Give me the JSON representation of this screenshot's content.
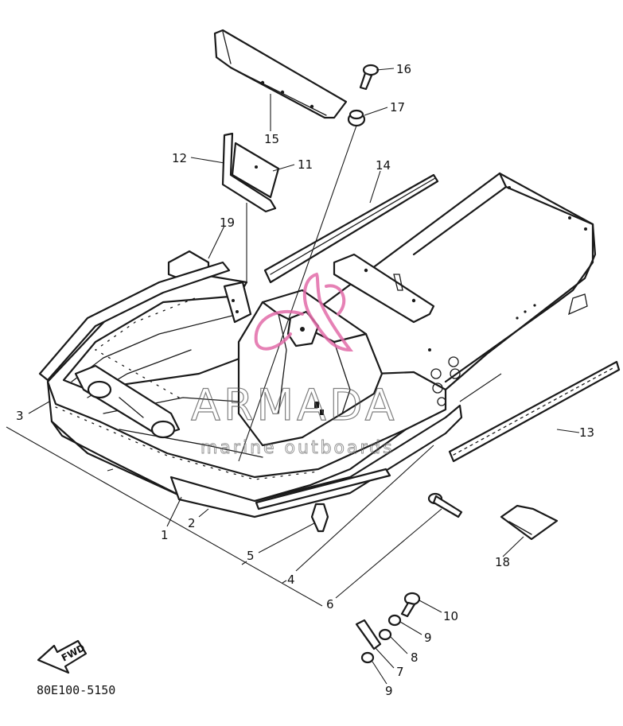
{
  "diagram": {
    "part_code": "80E100-5150",
    "direction_label": "FWD",
    "callouts": [
      "1",
      "2",
      "3",
      "4",
      "5",
      "6",
      "7",
      "8",
      "9",
      "9",
      "10",
      "11",
      "12",
      "13",
      "14",
      "15",
      "16",
      "17",
      "18",
      "19"
    ]
  },
  "watermark": {
    "brand": "ARMADA",
    "tagline": "marine outboards",
    "logo_color": "#e26ba8"
  }
}
